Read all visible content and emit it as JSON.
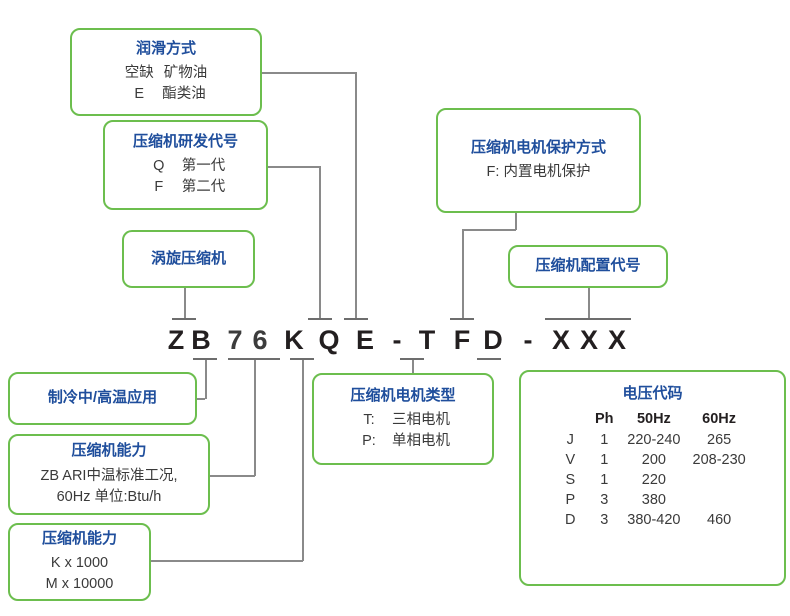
{
  "diagram": {
    "title": "Compressor model code nomenclature",
    "accent_border": "#6cbe4e",
    "heading_color": "#1f4e9c",
    "text_color": "#3a3a3a",
    "code_color": "#231f20",
    "connector_color": "#8a8a8a"
  },
  "model_code": {
    "characters": [
      "Z",
      "B",
      "7",
      "6",
      "K",
      "Q",
      "E",
      "-",
      "T",
      "F",
      "D",
      "-",
      "X",
      "X",
      "X"
    ],
    "full": "ZB76KQE-TFD-XXX"
  },
  "boxes": {
    "lubrication": {
      "title": "润滑方式",
      "rows": [
        {
          "key": "空缺",
          "value": "矿物油"
        },
        {
          "key": "E",
          "value": "酯类油"
        }
      ]
    },
    "rnd_code": {
      "title": "压缩机研发代号",
      "rows": [
        {
          "key": "Q",
          "value": "第一代"
        },
        {
          "key": "F",
          "value": "第二代"
        }
      ]
    },
    "scroll_compressor": {
      "title": "涡旋压缩机"
    },
    "motor_protection": {
      "title": "压缩机电机保护方式",
      "lines": [
        "F: 内置电机保护"
      ]
    },
    "config_code": {
      "title": "压缩机配置代号"
    },
    "application": {
      "title": "制冷中/高温应用"
    },
    "capacity_btu": {
      "title": "压缩机能力",
      "lines": [
        "ZB ARI中温标准工况,",
        "60Hz 单位:Btu/h"
      ]
    },
    "capacity_multiplier": {
      "title": "压缩机能力",
      "lines": [
        "K x 1000",
        "M x 10000"
      ]
    },
    "motor_type": {
      "title": "压缩机电机类型",
      "rows": [
        {
          "key": "T:",
          "value": "三相电机"
        },
        {
          "key": "P:",
          "value": "单相电机"
        }
      ]
    },
    "voltage_code": {
      "title": "电压代码",
      "columns": [
        "",
        "Ph",
        "50Hz",
        "60Hz"
      ],
      "rows": [
        {
          "code": "J",
          "ph": "1",
          "hz50": "220-240",
          "hz60": "265"
        },
        {
          "code": "V",
          "ph": "1",
          "hz50": "200",
          "hz60": "208-230"
        },
        {
          "code": "S",
          "ph": "1",
          "hz50": "220",
          "hz60": ""
        },
        {
          "code": "P",
          "ph": "3",
          "hz50": "380",
          "hz60": ""
        },
        {
          "code": "D",
          "ph": "3",
          "hz50": "380-420",
          "hz60": "460"
        }
      ]
    }
  }
}
